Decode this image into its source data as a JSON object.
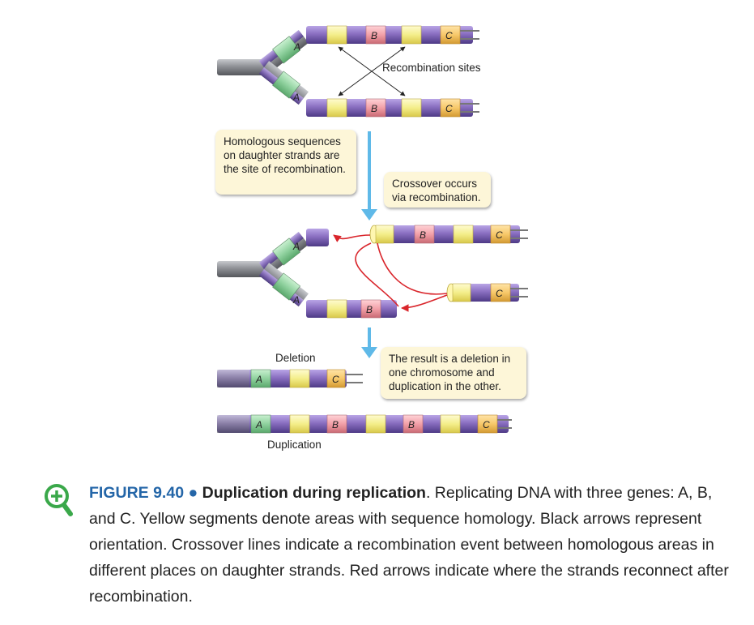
{
  "diagram": {
    "recombination_label": "Recombination sites",
    "callout_homologous": "Homologous sequences on daughter strands are the site of recombination.",
    "callout_crossover": "Crossover occurs via recombination.",
    "callout_result": "The result is a deletion in one chromosome and duplication in the other.",
    "deletion_label": "Deletion",
    "duplication_label": "Duplication",
    "gene_labels": {
      "a": "A",
      "b": "B",
      "c": "C"
    }
  },
  "caption": {
    "figure_number": "FIGURE 9.40",
    "bullet": "●",
    "title": "Duplication during replication",
    "text": ". Replicating DNA with three genes: A, B, and C. Yellow segments denote areas with sequence homology. Black arrows represent orientation. Crossover lines indicate a recombination event between homologous areas in different places on daughter strands. Red arrows indicate where the strands reconnect after recombination."
  },
  "colors": {
    "purple": "#8a6fc1",
    "gray": "#8f9196",
    "green": "#8fd19e",
    "yellow": "#f4ee8a",
    "pink": "#f2a0a8",
    "orange": "#f7c86a",
    "blue_arrow": "#5fb9e8",
    "red_arrow": "#d9252b",
    "caption_blue": "#2466a8",
    "zoom_green": "#3aa84a"
  }
}
